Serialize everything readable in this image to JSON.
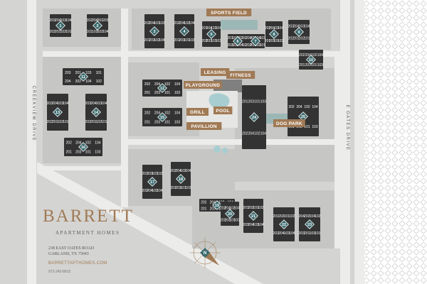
{
  "colors": {
    "ground": "#d4d4d2",
    "lot": "#c6c6c4",
    "road": "#ececeb",
    "building": "#333333",
    "badge": "#3d6b6f",
    "label": "#a07a55",
    "water": "#a8cdd0"
  },
  "branding": {
    "name": "BARRETT",
    "subtitle": "APARTMENT HOMES",
    "address_line1": "238 EAST OATES ROAD",
    "address_line2": "GARLAND, TX 75043",
    "website": "BARRETTAPTHOMES.COM",
    "phone": "972-240-8815"
  },
  "streets": {
    "west": "CREEKVIEW DRIVE",
    "east": "E OATES DRIVE"
  },
  "compass_letter": "N",
  "amenities": [
    {
      "label": "SPORTS FIELD"
    },
    {
      "label": "LEASING"
    },
    {
      "label": "FITNESS"
    },
    {
      "label": "PLAYGROUND"
    },
    {
      "label": "GRILL"
    },
    {
      "label": "POOL"
    },
    {
      "label": "PAVILLION"
    },
    {
      "label": "DOG PARK"
    }
  ],
  "buildings": [
    {
      "number": "1",
      "units": [
        "203",
        "204",
        "103",
        "104",
        "202",
        "201",
        "102",
        "101"
      ]
    },
    {
      "number": "2",
      "units": [
        "202",
        "204",
        "201",
        "203",
        "101",
        "103",
        "102",
        "104"
      ]
    },
    {
      "number": "3",
      "units": [
        "202",
        "204",
        "101",
        "103",
        "201",
        "203",
        "102",
        "104"
      ]
    },
    {
      "number": "4",
      "units": [
        "202",
        "204",
        "102",
        "104",
        "201",
        "203",
        "101",
        "103"
      ]
    },
    {
      "number": "5",
      "units": [
        "201",
        "204",
        "102",
        "104",
        "202",
        "203",
        "101",
        "103"
      ]
    },
    {
      "number": "6",
      "units": [
        "201",
        "101",
        "202",
        "102",
        "203",
        "103",
        "204",
        "104"
      ]
    },
    {
      "number": "7",
      "units": [
        "204",
        "203",
        "104",
        "103",
        "202",
        "201",
        "102",
        "101"
      ]
    },
    {
      "number": "8",
      "units": [
        "202",
        "204",
        "102",
        "104",
        "201",
        "203",
        "101",
        "103"
      ]
    },
    {
      "number": "9",
      "units": [
        "203",
        "204",
        "103",
        "104",
        "202",
        "201",
        "102",
        "101"
      ]
    },
    {
      "number": "10",
      "units": [
        "202",
        "204",
        "102",
        "104",
        "201",
        "203",
        "101",
        "103"
      ]
    },
    {
      "number": "11",
      "units": [
        "203",
        "201",
        "103",
        "101",
        "204",
        "202",
        "104",
        "102"
      ]
    },
    {
      "number": "12",
      "units": [
        "202",
        "204",
        "102",
        "104",
        "201",
        "203",
        "101",
        "103"
      ]
    },
    {
      "number": "13",
      "units": [
        "203",
        "204",
        "103",
        "104",
        "202",
        "201",
        "102",
        "101"
      ]
    },
    {
      "number": "14",
      "units": [
        "203",
        "204",
        "103",
        "104",
        "202",
        "201",
        "102",
        "101"
      ]
    },
    {
      "number": "15",
      "units": [
        "202",
        "204",
        "102",
        "104",
        "201",
        "203",
        "101",
        "103"
      ]
    },
    {
      "number": "16",
      "units": [
        "202",
        "204",
        "102",
        "104",
        "201",
        "203",
        "101",
        "103"
      ]
    },
    {
      "number": "17",
      "units": [
        "201",
        "203",
        "101",
        "103",
        "202",
        "204",
        "102",
        "104"
      ]
    },
    {
      "number": "18",
      "units": [
        "202",
        "204",
        "102",
        "104",
        "201",
        "203",
        "101",
        "103"
      ]
    },
    {
      "number": "19",
      "units": [
        "202",
        "204",
        "102",
        "104",
        "201",
        "203",
        "101",
        "103"
      ]
    },
    {
      "number": "20",
      "units": [
        "202",
        "204",
        "102",
        "104",
        "201",
        "203",
        "101",
        "103"
      ]
    },
    {
      "number": "21",
      "units": [
        "201",
        "202",
        "101",
        "102",
        "203",
        "204",
        "103",
        "104"
      ]
    },
    {
      "number": "22",
      "units": [
        "201",
        "202",
        "101",
        "102",
        "203",
        "204",
        "103",
        "104"
      ]
    },
    {
      "number": "23",
      "units": [
        "204",
        "202",
        "104",
        "102",
        "203",
        "201",
        "103",
        "101"
      ]
    },
    {
      "number": "24",
      "units": [
        "201",
        "203",
        "101",
        "103",
        "202",
        "204",
        "102",
        "104"
      ]
    },
    {
      "number": "25",
      "units": [
        "202",
        "204",
        "102",
        "104",
        "201",
        "203",
        "101",
        "103"
      ]
    }
  ]
}
